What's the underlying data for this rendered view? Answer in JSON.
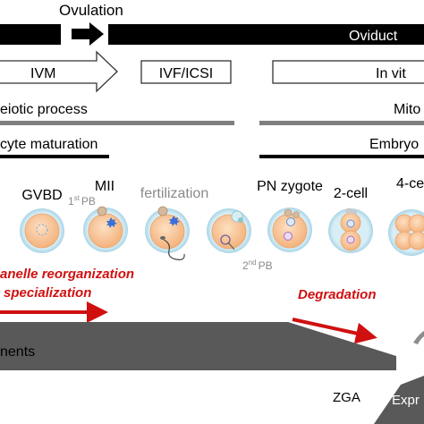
{
  "top_bar": {
    "ovulation": "Ovulation",
    "oviduct": "Oviduct"
  },
  "procedures": {
    "ivm": "IVM",
    "ivf_icsi": "IVF/ICSI",
    "in_vitro": "In vit"
  },
  "processes": {
    "meiotic": "eiotic process",
    "mitotic": "Mito",
    "oocyte_maturation": "cyte maturation",
    "embryo": "Embryo"
  },
  "stages": {
    "gvbd": "GVBD",
    "mii": "MII",
    "first_pb_num": "1",
    "first_pb_sup": "st",
    "first_pb_tail": "PB",
    "fertilization": "fertilization",
    "pn_zygote": "PN zygote",
    "two_cell": "2-cell",
    "four_cell": "4-ce",
    "second_pb_num": "2",
    "second_pb_sup": "nd",
    "second_pb_tail": "PB"
  },
  "annotations": {
    "organelle_line1": "anelle reorganization",
    "organelle_line2": "specialization",
    "degradation": "Degradation",
    "elements": "nents",
    "zga": "ZGA",
    "expr": "Expr"
  },
  "colors": {
    "black": "#000000",
    "gray_bar": "#7f7f7f",
    "red": "#d01010",
    "cell_fill": "#f9c79a",
    "zona": "#bfe0ec",
    "wedge": "#595959",
    "nucleus_blue": "#3a6fd8",
    "pronucleus_purple": "#a070c0"
  }
}
